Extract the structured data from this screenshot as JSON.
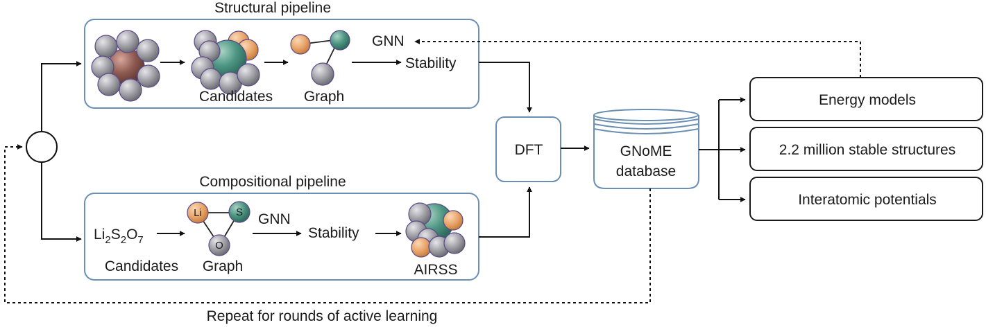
{
  "structural": {
    "title": "Structural pipeline",
    "candidates": "Candidates",
    "graph": "Graph",
    "gnn": "GNN",
    "stability": "Stability"
  },
  "compositional": {
    "title": "Compositional pipeline",
    "formula": {
      "parts": [
        {
          "el": "Li",
          "sub": "2"
        },
        {
          "el": "S",
          "sub": "2"
        },
        {
          "el": "O",
          "sub": "7"
        }
      ]
    },
    "candidates": "Candidates",
    "graph": "Graph",
    "node_li": "Li",
    "node_s": "S",
    "node_o": "O",
    "gnn": "GNN",
    "stability": "Stability",
    "airss": "AIRSS"
  },
  "dft": "DFT",
  "database": {
    "line1": "GNoME",
    "line2": "database"
  },
  "outputs": [
    "Energy models",
    "2.2 million stable structures",
    "Interatomic potentials"
  ],
  "footer": "Repeat for rounds of active learning",
  "colors": {
    "panel_border": "#6a8fb3",
    "atom_grey": "#9a9aa0",
    "atom_orange": "#e9a46a",
    "atom_green": "#3f8a78",
    "atom_brown": "#8e5a52"
  }
}
